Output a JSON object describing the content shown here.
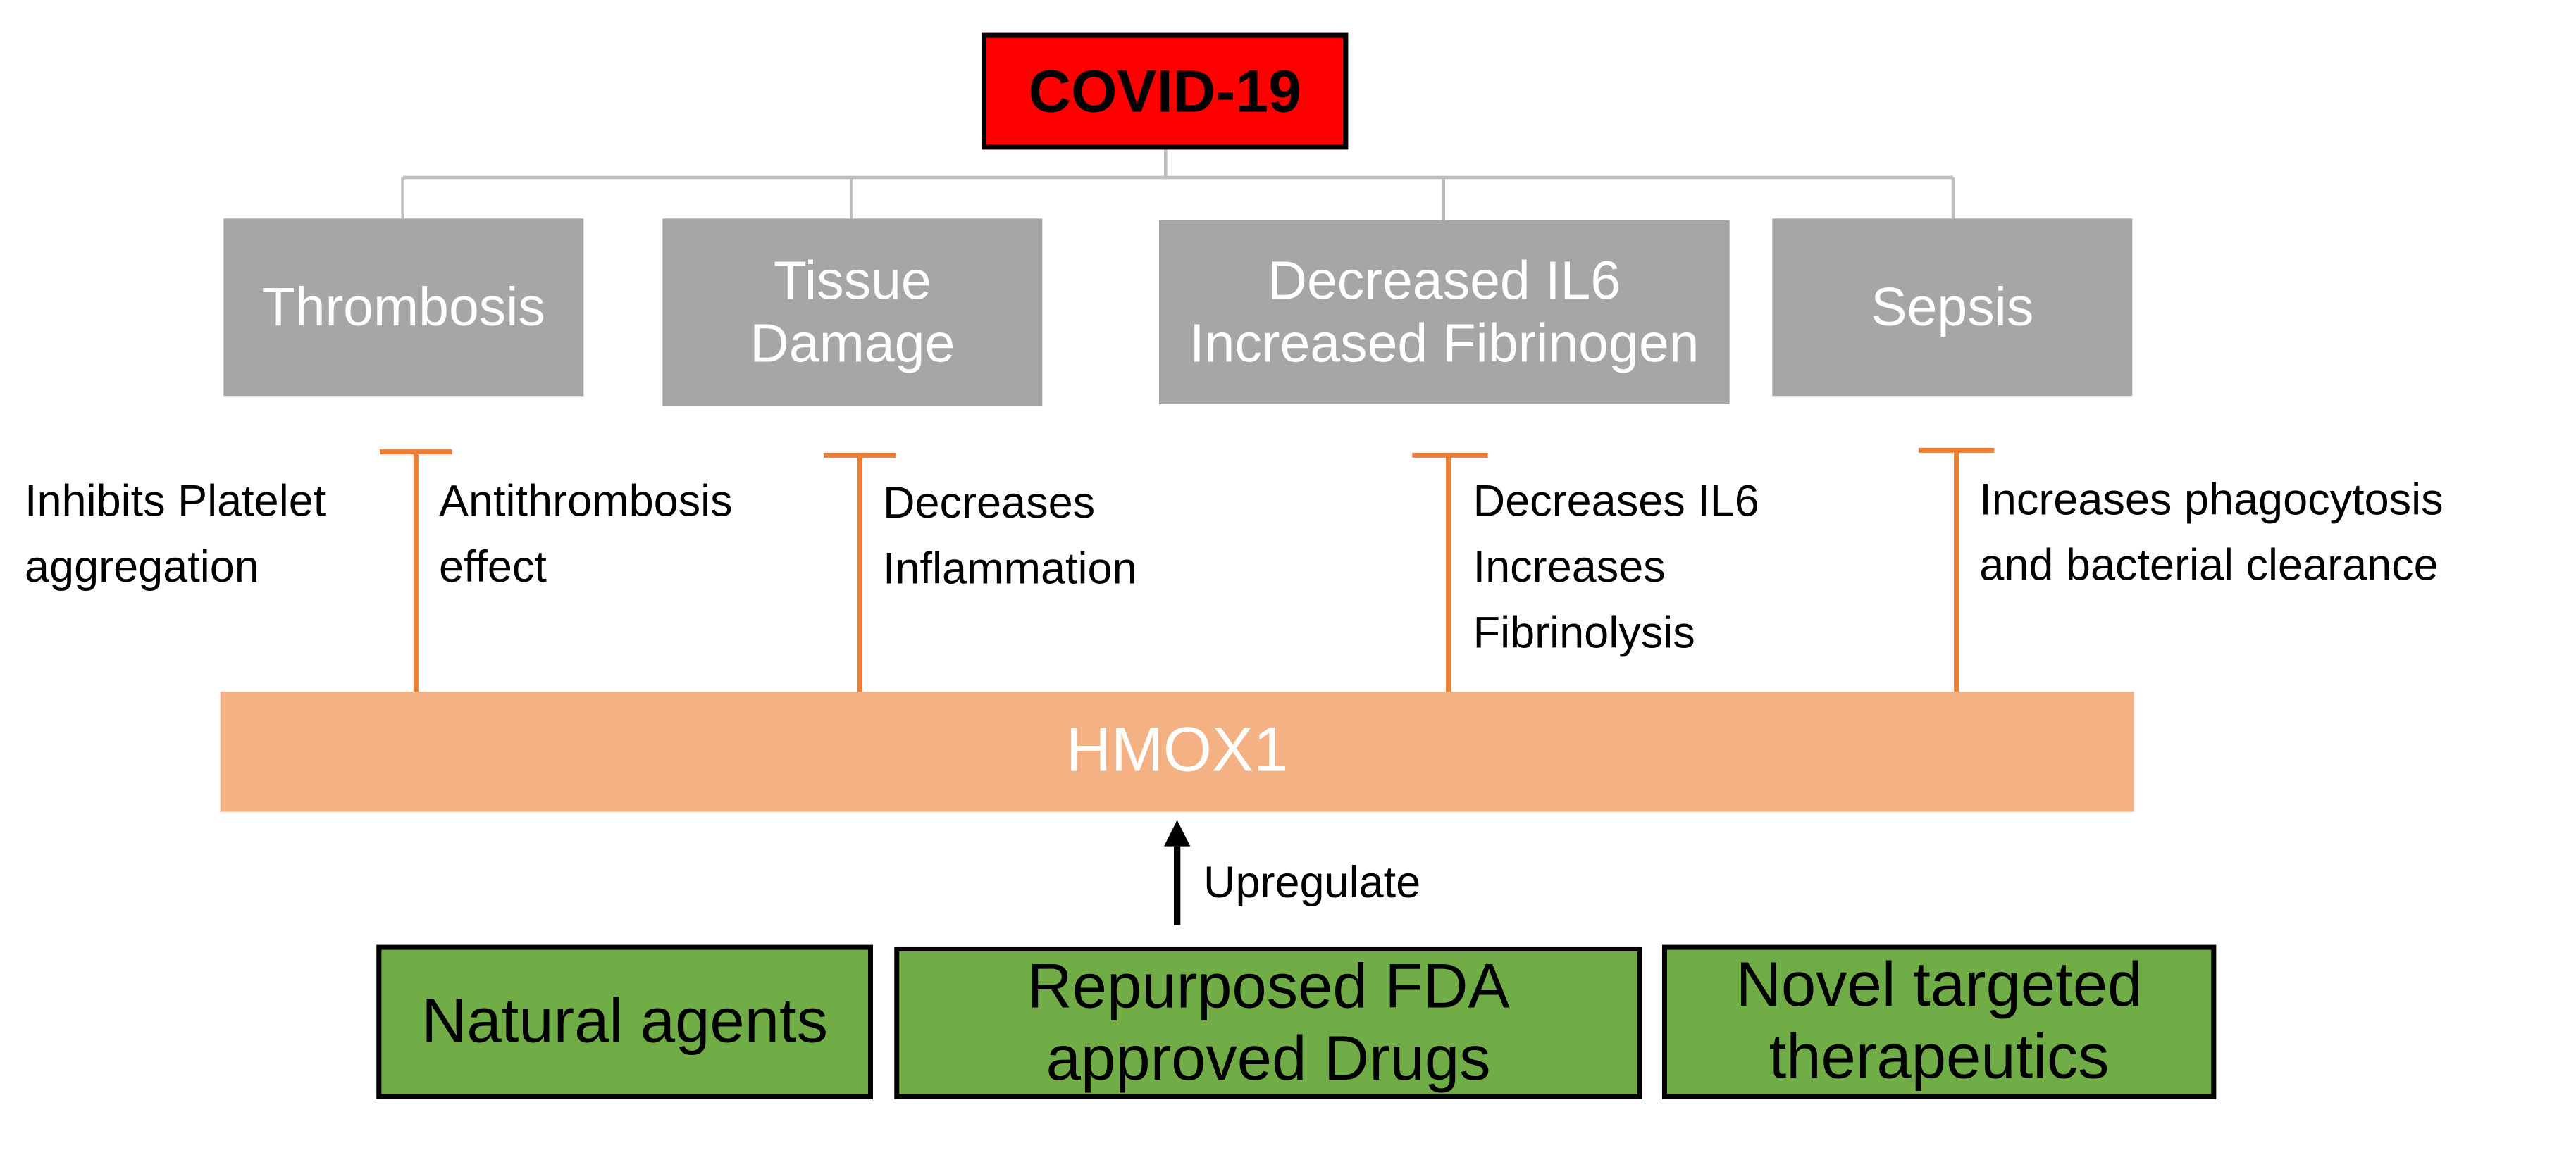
{
  "top_node": {
    "label": "COVID-19",
    "color": "#ff0000"
  },
  "effects": [
    {
      "label": "Thrombosis"
    },
    {
      "label": "Tissue\nDamage"
    },
    {
      "label": "Decreased IL6\nIncreased Fibrinogen"
    },
    {
      "label": "Sepsis"
    }
  ],
  "hmox": {
    "label": "HMOX1",
    "color": "#f4b183"
  },
  "inhibition_labels": [
    {
      "text": "Inhibits Platelet\naggregation"
    },
    {
      "text": "Antithrombosis\neffect"
    },
    {
      "text": "Decreases\nInflammation"
    },
    {
      "text": "Decreases IL6\nIncreases\nFibrinolysis"
    },
    {
      "text": "Increases phagocytosis\nand bacterial clearance"
    }
  ],
  "upregulate": {
    "text": "Upregulate"
  },
  "agents": [
    {
      "label": "Natural agents"
    },
    {
      "label": "Repurposed FDA\napproved Drugs"
    },
    {
      "label": "Novel targeted\ntherapeutics"
    }
  ],
  "colors": {
    "effect_box": "#a6a6a6",
    "agent_box": "#70ad47",
    "inhibit_line": "#ed7d31",
    "tree_line": "#bfbfbf"
  }
}
